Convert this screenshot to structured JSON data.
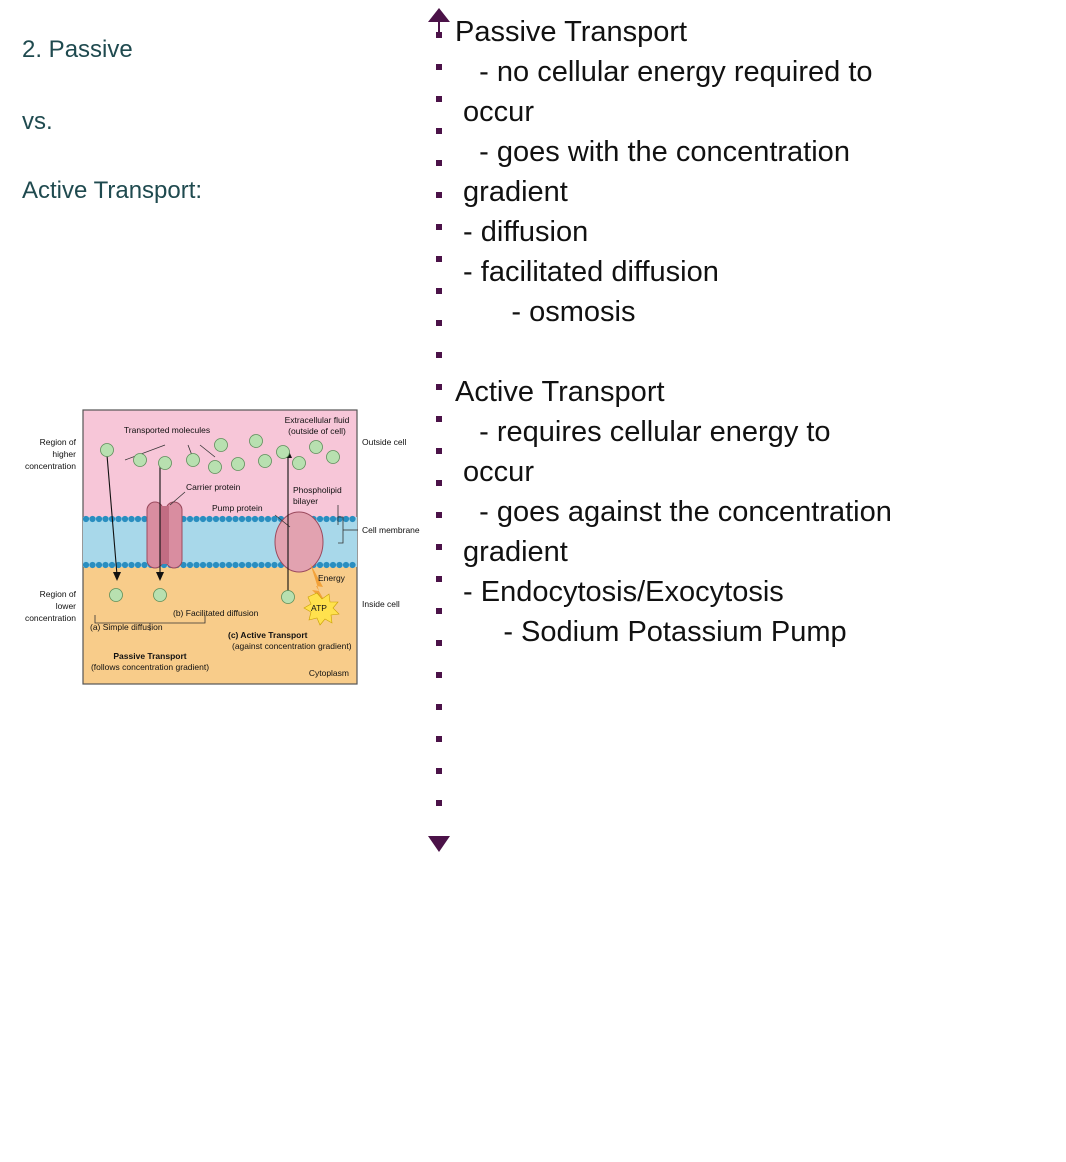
{
  "left": {
    "line1": "2.  Passive",
    "line2": "vs.",
    "line3": "Active Transport:"
  },
  "right": {
    "lines": [
      "Passive Transport",
      "   - no cellular energy required to",
      " occur",
      "   - goes with the concentration",
      " gradient",
      " - diffusion",
      " - facilitated diffusion",
      "       - osmosis",
      "",
      "Active Transport",
      "   - requires cellular energy to",
      " occur",
      "   - goes against the concentration",
      " gradient",
      " - Endocytosis/Exocytosis",
      "      - Sodium Potassium Pump"
    ]
  },
  "figure": {
    "transported_molecules": "Transported molecules",
    "extracellular_1": "Extracellular fluid",
    "extracellular_2": "(outside of cell)",
    "outside_cell": "Outside cell",
    "region_higher_1": "Region of",
    "region_higher_2": "higher",
    "region_higher_3": "concentration",
    "carrier_protein": "Carrier protein",
    "pump_protein": "Pump protein",
    "phospholipid_1": "Phospholipid",
    "phospholipid_2": "bilayer",
    "cell_membrane": "Cell membrane",
    "energy": "Energy",
    "region_lower_1": "Region of",
    "region_lower_2": "lower",
    "region_lower_3": "concentration",
    "inside_cell": "Inside cell",
    "atp": "ATP",
    "simple_diffusion": "(a) Simple diffusion",
    "facilitated_diffusion": "(b) Facilitated diffusion",
    "active_transport_1": "(c) Active Transport",
    "active_transport_2": "(against concentration gradient)",
    "passive_transport_1": "Passive Transport",
    "passive_transport_2": "(follows concentration gradient)",
    "cytoplasm": "Cytoplasm"
  },
  "colors": {
    "accent_purple": "#4b1248",
    "title_teal": "#1f4a4f",
    "extracellular_pink": "#f7c6d8",
    "cytoplasm_orange": "#f8cc8a",
    "membrane_blue": "#a8d8ea",
    "lipid_head": "#2a8ec0",
    "molecule_green": "#b8e0b0"
  }
}
